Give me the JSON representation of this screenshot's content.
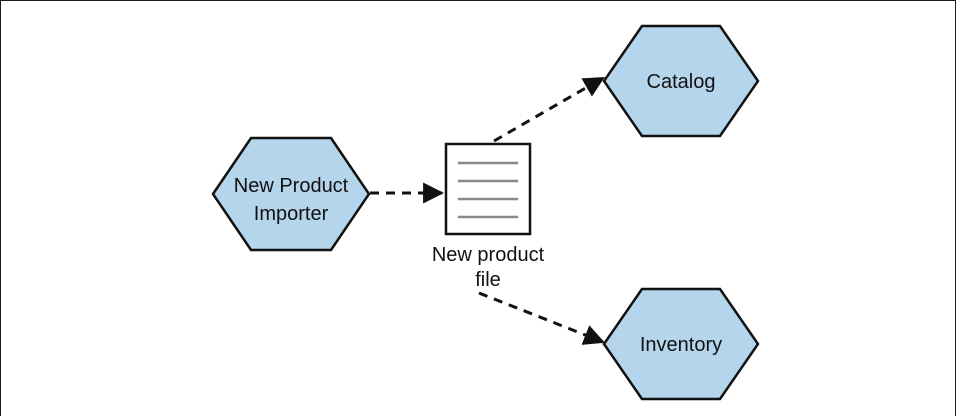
{
  "diagram": {
    "nodes": {
      "importer": {
        "line1": "New Product",
        "line2": "Importer"
      },
      "catalog": {
        "label": "Catalog"
      },
      "inventory": {
        "label": "Inventory"
      }
    },
    "file": {
      "line1": "New product",
      "line2": "file"
    }
  },
  "colors": {
    "hexagon_fill": "#b4d5ec",
    "stroke": "#111111",
    "file_lines": "#8a8a8a",
    "arrow": "#111111"
  }
}
